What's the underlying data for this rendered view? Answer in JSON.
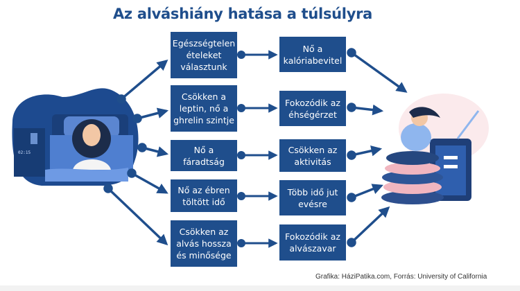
{
  "title": "Az alváshiány hatása a túlsúlyra",
  "accent_color": "#1f4e8c",
  "illustration_left": {
    "clock": "02:15"
  },
  "causes": [
    "Egészségtelen\nételeket\nválasztunk",
    "Csökken a\nleptin, nő a\nghrelin szintje",
    "Nő a\nfáradtság",
    "Nő az ébren\ntöltött idő",
    "Csökken az\nalvás hossza\nés minősége"
  ],
  "effects": [
    "Nő a\nkalóriabevitel",
    "Fokozódik az\néhségérzet",
    "Csökken az\naktivitás",
    "Több idő jut\nevésre",
    "Fokozódik az\nalvászavar"
  ],
  "footer": "Grafika: HáziPatika.com, Forrás: University of California"
}
